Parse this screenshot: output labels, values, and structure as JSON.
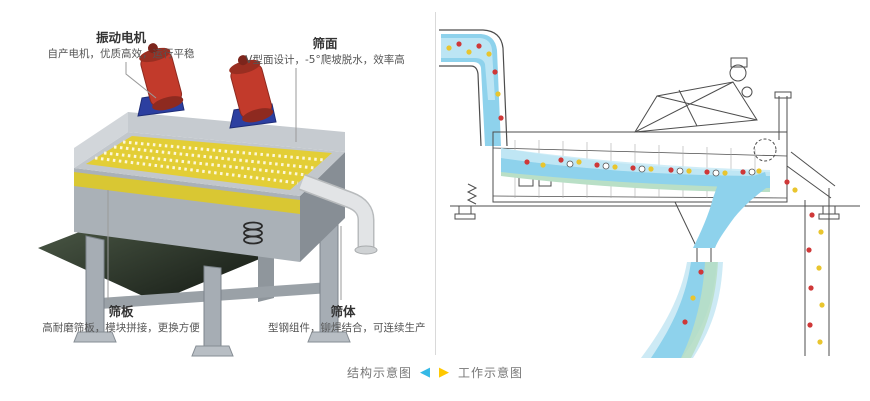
{
  "annotations": {
    "motor": {
      "title": "振动电机",
      "desc": "自产电机，优质高效，运行平稳"
    },
    "screen_surface": {
      "title": "筛面",
      "desc": "V型面设计，-5°爬坡脱水，效率高"
    },
    "screen_plate": {
      "title": "筛板",
      "desc": "高耐磨筛板，模块拼接，更换方便"
    },
    "screen_body": {
      "title": "筛体",
      "desc": "型钢组件，铆焊结合，可连续生产"
    }
  },
  "captions": {
    "left": "结构示意图",
    "right": "工作示意图",
    "left_marker": "◀",
    "right_marker": "▶"
  },
  "colors": {
    "motor_red": "#c23a2b",
    "mount_blue": "#2c3fa0",
    "screen_yellow": "#e3ce36",
    "flow_blue": "#8ed2ec",
    "flow_light": "#cdeaf5",
    "flow_green": "#b9dfc6",
    "particle_red": "#cf3838",
    "particle_yellow": "#e9c52e",
    "marker_blue": "#35b9e6",
    "marker_yellow": "#ffc800"
  }
}
